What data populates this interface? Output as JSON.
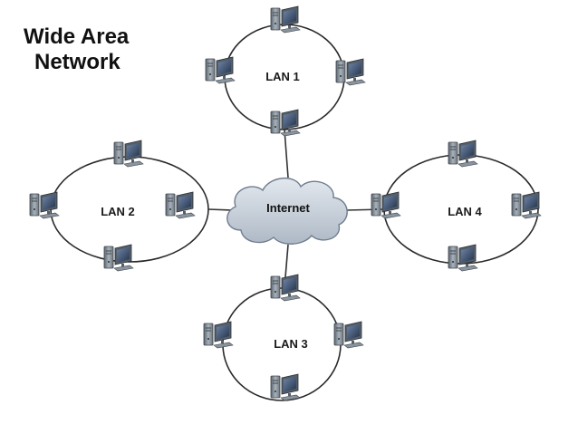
{
  "title": {
    "line1": "Wide Area",
    "line2": "Network"
  },
  "internet": {
    "label": "Internet"
  },
  "lans": [
    {
      "label": "LAN 1",
      "computers": 4
    },
    {
      "label": "LAN 2",
      "computers": 4
    },
    {
      "label": "LAN 3",
      "computers": 4
    },
    {
      "label": "LAN 4",
      "computers": 4
    }
  ],
  "icons": {
    "computer": "desktop-computer-icon",
    "cloud": "cloud-icon"
  },
  "colors": {
    "ring": "#2a2a2a",
    "link": "#333333",
    "cloud_fill": "#c9d1dc",
    "cloud_stroke": "#6f7d8f",
    "tower": "#7d8893",
    "monitor_screen": "#3c4f6e"
  }
}
